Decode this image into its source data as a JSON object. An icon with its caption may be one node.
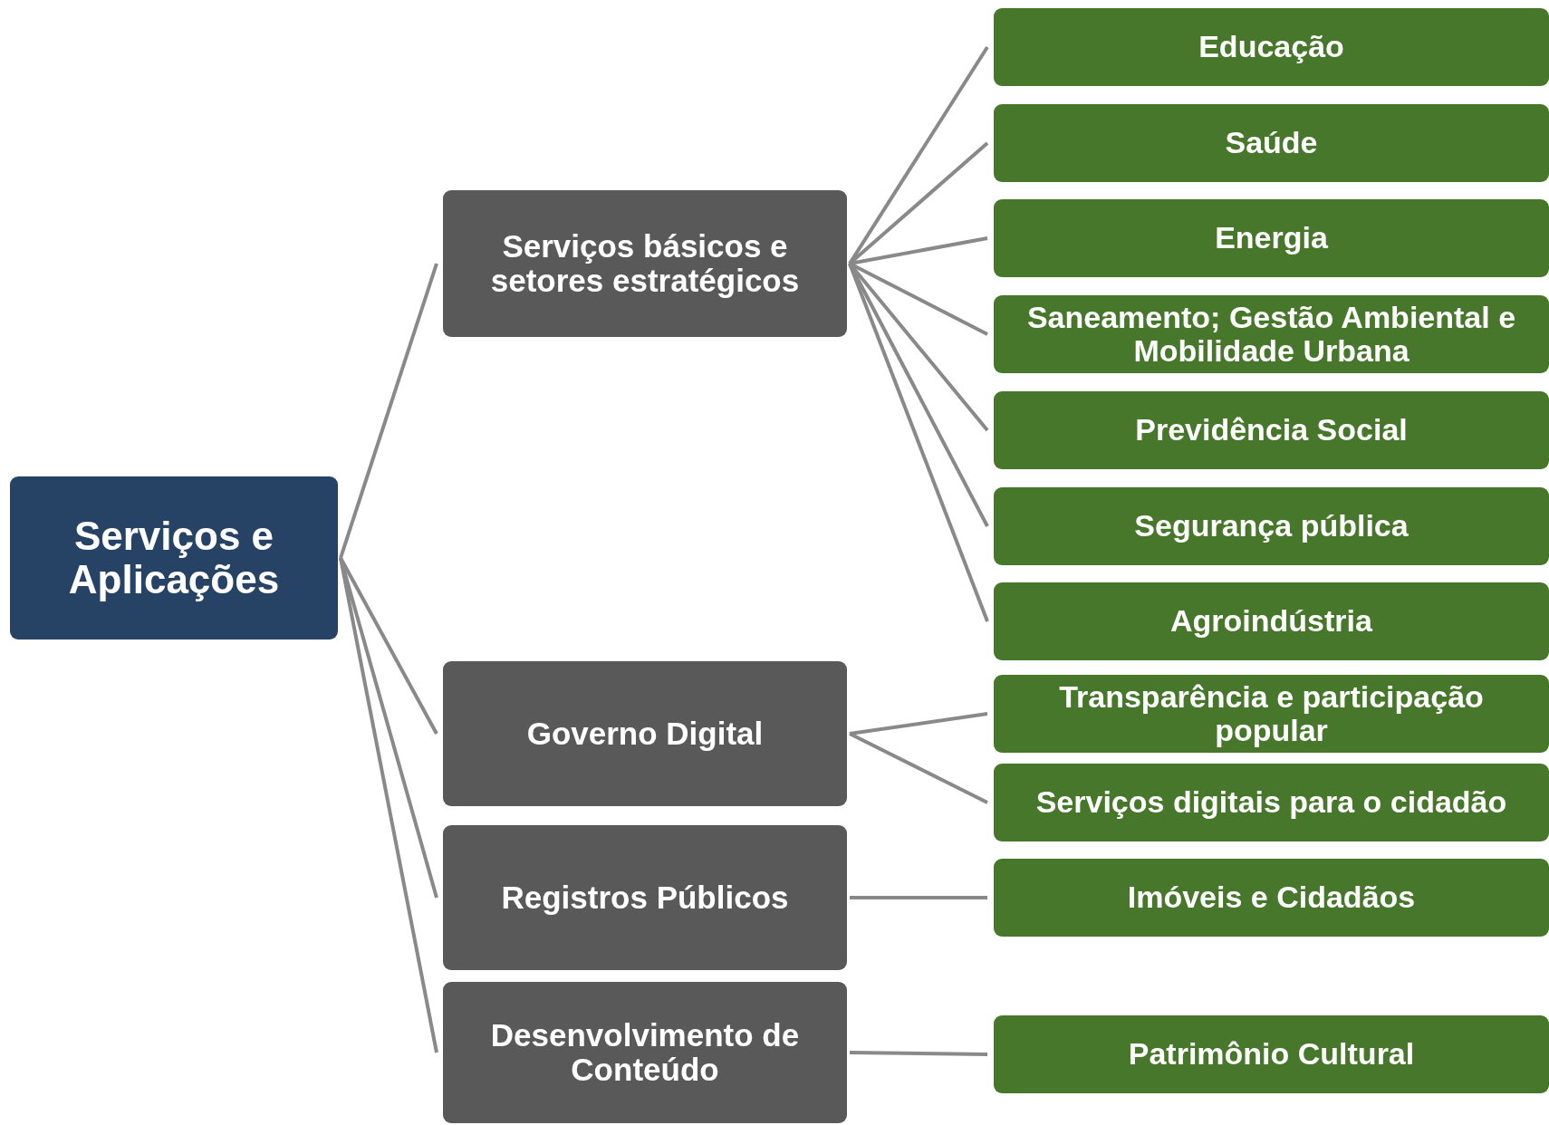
{
  "diagram": {
    "nodes": [
      {
        "text": [
          "Serviços e Aplicações"
        ]
      },
      {
        "text": [
          "Serviços básicos e setores estratégicos"
        ]
      },
      {
        "text": [
          "Governo Digital"
        ]
      },
      {
        "text": [
          "Registros Públicos"
        ]
      },
      {
        "text": [
          "Desenvolvimento de Conteúdo"
        ]
      },
      {
        "text": [
          "Educação"
        ]
      },
      {
        "text": [
          "Saúde"
        ]
      },
      {
        "text": [
          "Energia"
        ]
      },
      {
        "text": [
          "Saneamento; Gestão Ambiental e Mobilidade Urbana"
        ]
      },
      {
        "text": [
          "Previdência Social"
        ]
      },
      {
        "text": [
          "Segurança pública"
        ]
      },
      {
        "text": [
          "Agroindústria"
        ]
      },
      {
        "text": [
          "Transparência e participação popular"
        ]
      },
      {
        "text": [
          "Serviços digitais para o cidadão"
        ]
      },
      {
        "text": [
          "Imóveis e Cidadãos"
        ]
      },
      {
        "text": [
          "Patrimônio Cultural"
        ]
      }
    ],
    "edges": [
      {
        "from": 0,
        "to": 1,
        "arrow": "none"
      },
      {
        "from": 0,
        "to": 2,
        "arrow": "none"
      },
      {
        "from": 0,
        "to": 3,
        "arrow": "none"
      },
      {
        "from": 0,
        "to": 4,
        "arrow": "none"
      },
      {
        "from": 1,
        "to": 5,
        "arrow": "none"
      },
      {
        "from": 1,
        "to": 6,
        "arrow": "none"
      },
      {
        "from": 1,
        "to": 7,
        "arrow": "none"
      },
      {
        "from": 1,
        "to": 8,
        "arrow": "none"
      },
      {
        "from": 1,
        "to": 9,
        "arrow": "none"
      },
      {
        "from": 1,
        "to": 10,
        "arrow": "none"
      },
      {
        "from": 1,
        "to": 11,
        "arrow": "none"
      },
      {
        "from": 2,
        "to": 12,
        "arrow": "none"
      },
      {
        "from": 2,
        "to": 13,
        "arrow": "none"
      },
      {
        "from": 3,
        "to": 14,
        "arrow": "none"
      },
      {
        "from": 4,
        "to": 15,
        "arrow": "none"
      }
    ]
  }
}
